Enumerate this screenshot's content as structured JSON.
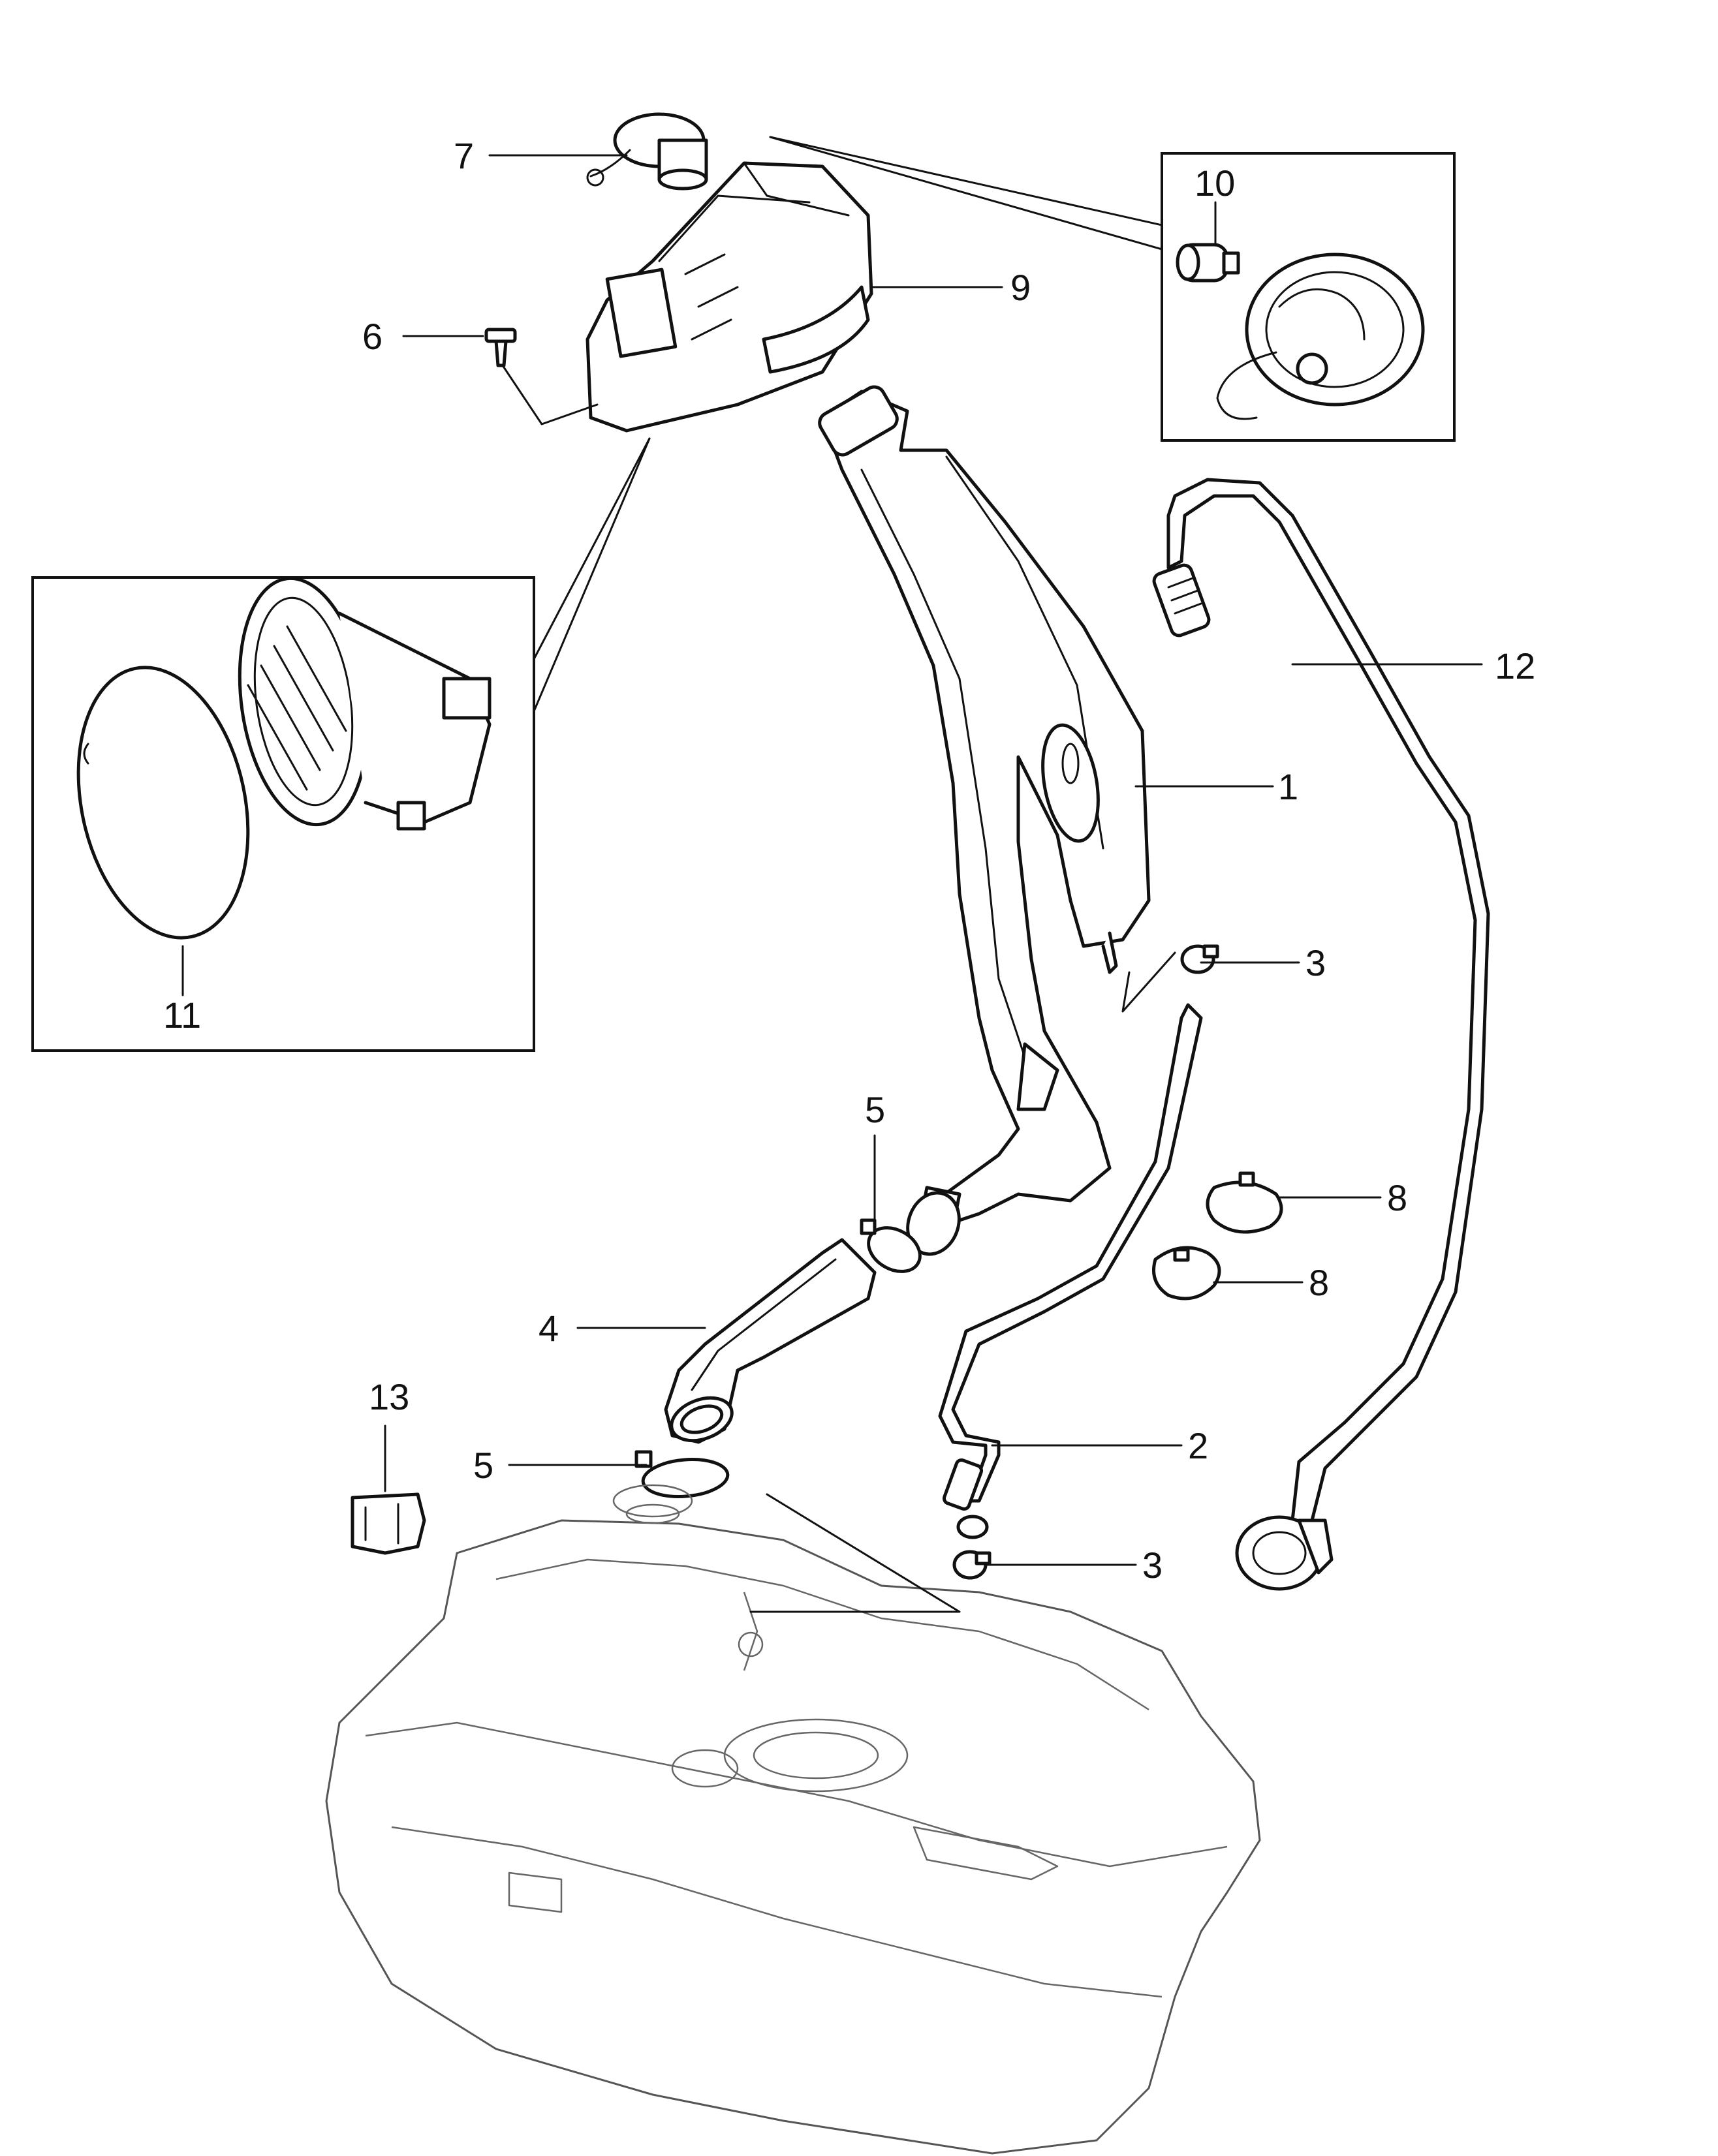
{
  "callouts": {
    "c1": "1",
    "c2": "2",
    "c3a": "3",
    "c3b": "3",
    "c4": "4",
    "c5a": "5",
    "c5b": "5",
    "c6": "6",
    "c7": "7",
    "c8a": "8",
    "c8b": "8",
    "c9": "9",
    "c10": "10",
    "c11": "11",
    "c12": "12",
    "c13": "13"
  }
}
